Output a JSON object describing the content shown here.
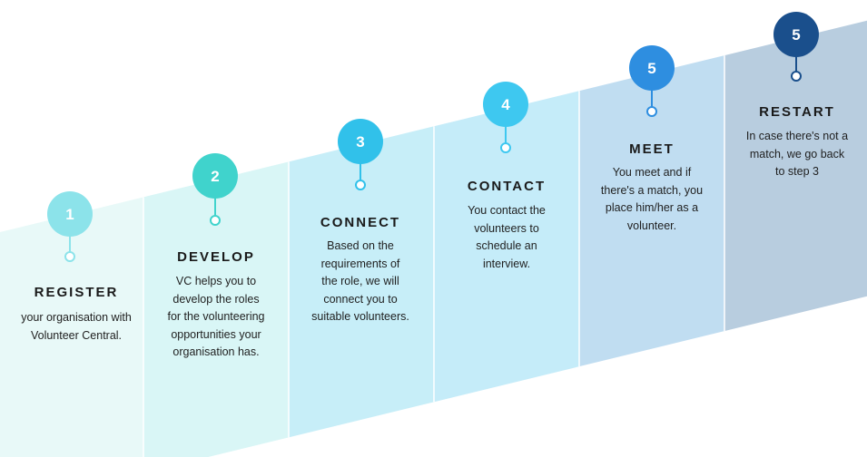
{
  "steps": [
    {
      "number": "1",
      "title": "REGISTER",
      "lines": [
        "your organisation with",
        "Volunteer Central."
      ],
      "band": "#e8f9f8",
      "circle": "#8ce3ea"
    },
    {
      "number": "2",
      "title": "DEVELOP",
      "lines": [
        "VC helps you to",
        "develop the roles",
        "for the volunteering",
        "opportunities your",
        "organisation has."
      ],
      "band": "#d9f6f6",
      "circle": "#40d3cc"
    },
    {
      "number": "3",
      "title": "CONNECT",
      "lines": [
        "Based on the",
        "requirements of",
        "the role, we will",
        "connect you to",
        "suitable volunteers."
      ],
      "band": "#c7eef8",
      "circle": "#31c1ea"
    },
    {
      "number": "4",
      "title": "CONTACT",
      "lines": [
        "You contact the",
        "volunteers to",
        "schedule an",
        "interview."
      ],
      "band": "#c5ecf9",
      "circle": "#3ec8f0"
    },
    {
      "number": "5",
      "title": "MEET",
      "lines": [
        "You meet  and if",
        "there's a match, you",
        "place  him/her as a",
        "volunteer."
      ],
      "band": "#c0ddf1",
      "circle": "#2e8ee0"
    },
    {
      "number": "5",
      "title": "RESTART",
      "lines": [
        "In case there's not a",
        "match, we go back",
        "to step 3"
      ],
      "band": "#b8cddf",
      "circle": "#1a4f8c"
    }
  ]
}
